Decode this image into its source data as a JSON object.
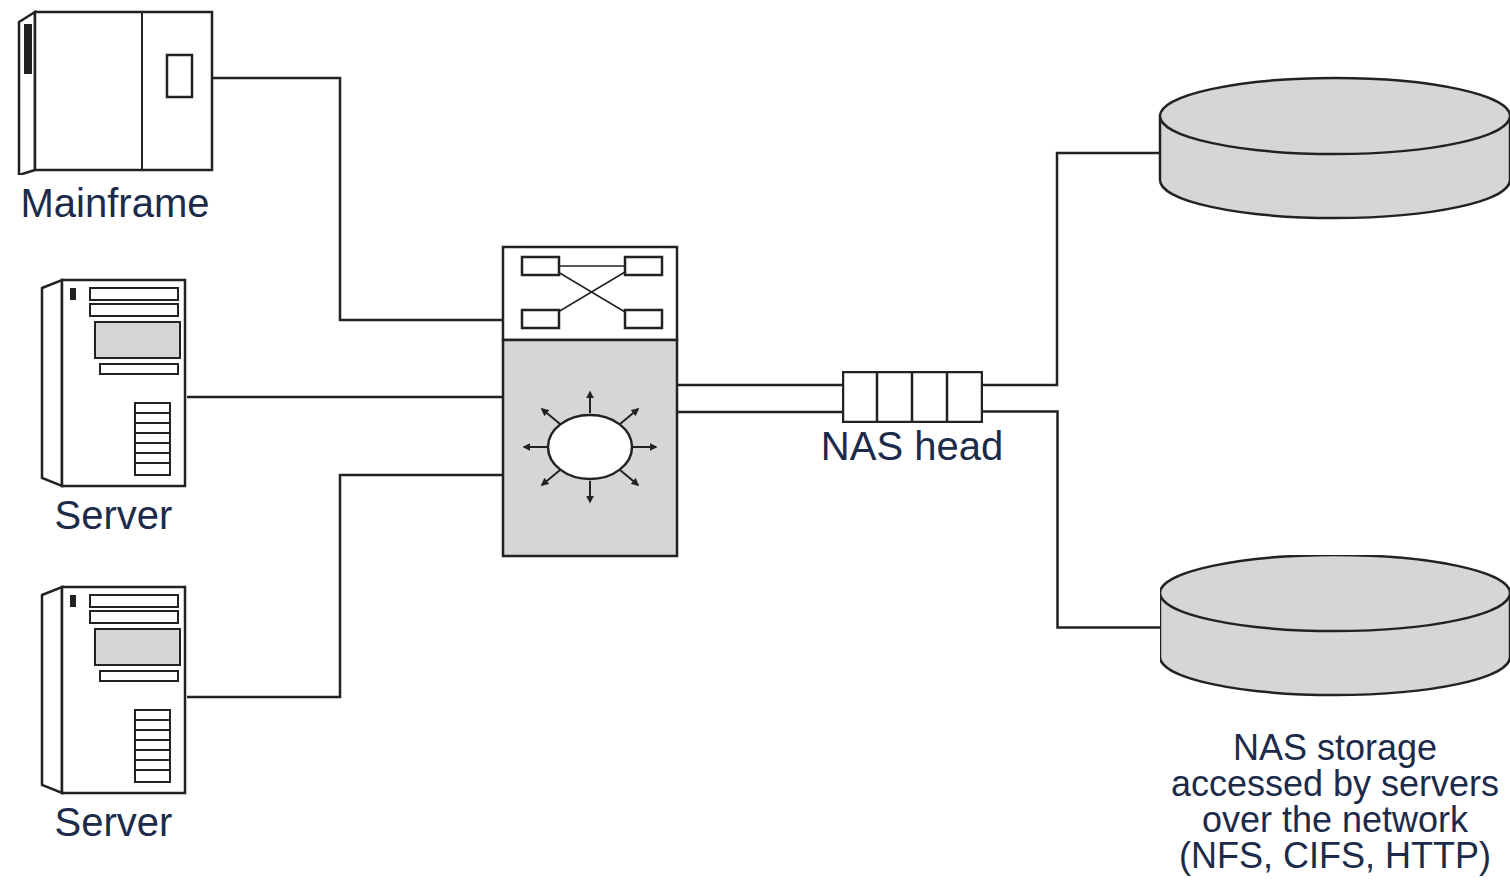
{
  "diagram": {
    "nodes": [
      {
        "text": [
          "Mainframe"
        ]
      },
      {
        "text": [
          "Server"
        ]
      },
      {
        "text": [
          "Server"
        ]
      },
      {
        "text": [
          "NAS head"
        ]
      },
      {
        "text": [
          "NAS storage accessed by servers over the network (NFS, CIFS, HTTP)"
        ]
      }
    ],
    "edges": [
      {
        "from": 3,
        "to": 4,
        "arrow": "none"
      }
    ]
  }
}
